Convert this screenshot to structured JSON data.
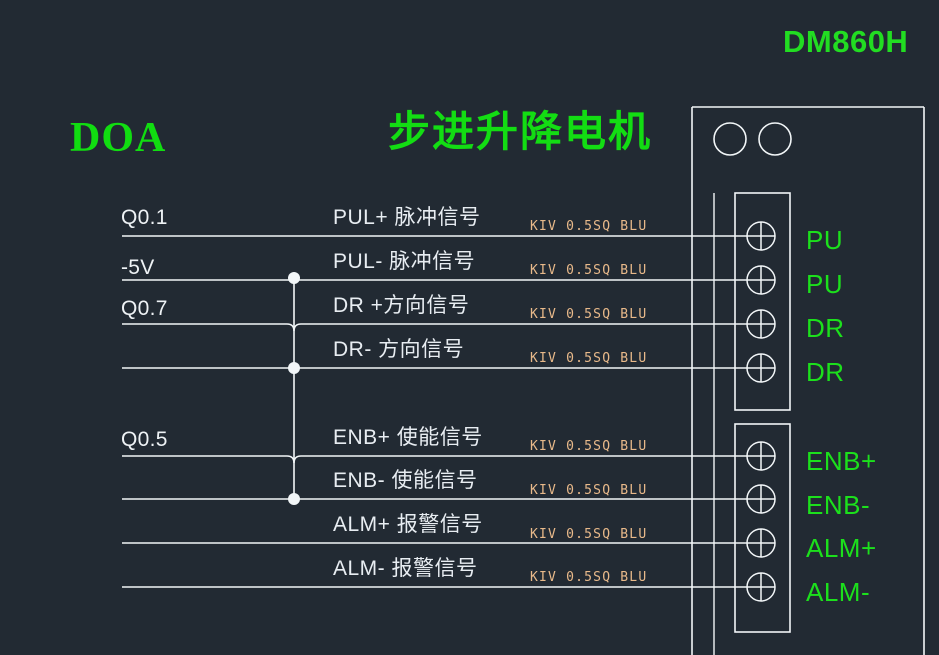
{
  "diagram": {
    "model_title": "DM860H",
    "left_title": "DOA",
    "center_title": "步进升降电机",
    "colors": {
      "background": "#222a33",
      "wire": "#f2f6f8",
      "green_text": "#1ce01c",
      "white_text": "#e8edf2",
      "wire_spec_text": "#e8b98a"
    }
  },
  "rows": [
    {
      "plc_tag": "Q0.1",
      "signal": "PUL+ 脉冲信号",
      "wire_spec": "KIV 0.5SQ BLU",
      "terminal_label": "PU"
    },
    {
      "plc_tag": "-5V",
      "signal": "PUL- 脉冲信号",
      "wire_spec": "KIV 0.5SQ BLU",
      "terminal_label": "PU"
    },
    {
      "plc_tag": "Q0.7",
      "signal": "DR +方向信号",
      "wire_spec": "KIV 0.5SQ BLU",
      "terminal_label": "DR"
    },
    {
      "plc_tag": "",
      "signal": "DR- 方向信号",
      "wire_spec": "KIV 0.5SQ BLU",
      "terminal_label": "DR"
    },
    {
      "plc_tag": "Q0.5",
      "signal": "ENB+ 使能信号",
      "wire_spec": "KIV 0.5SQ BLU",
      "terminal_label": "ENB+"
    },
    {
      "plc_tag": "",
      "signal": "ENB- 使能信号",
      "wire_spec": "KIV 0.5SQ BLU",
      "terminal_label": "ENB-"
    },
    {
      "plc_tag": "",
      "signal": "ALM+ 报警信号",
      "wire_spec": "KIV 0.5SQ BLU",
      "terminal_label": "ALM+"
    },
    {
      "plc_tag": "",
      "signal": "ALM- 报警信号",
      "wire_spec": "KIV 0.5SQ BLU",
      "terminal_label": "ALM-"
    }
  ]
}
